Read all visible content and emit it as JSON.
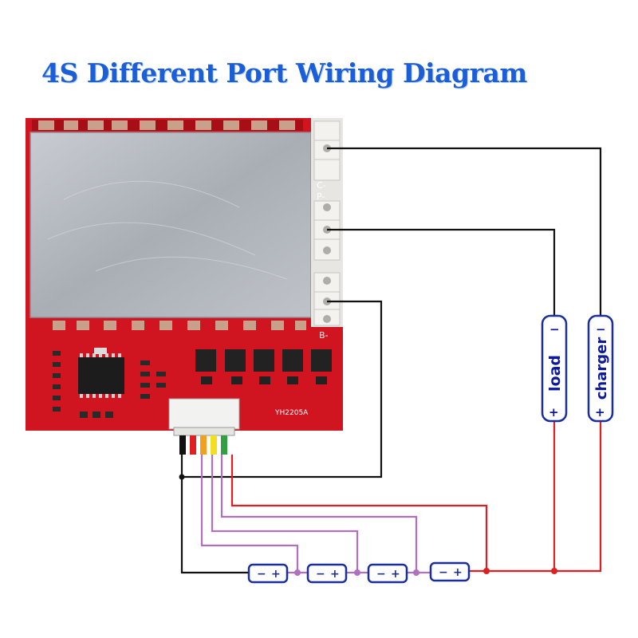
{
  "title": "4S Different Port Wiring Diagram",
  "board": {
    "model": "YH2205A",
    "port_labels": {
      "charge": "C-",
      "load": "P-",
      "battery": "B-"
    }
  },
  "load_device": {
    "label": "load",
    "minus": "−",
    "plus": "+"
  },
  "charger_device": {
    "label": "charger",
    "minus": "−",
    "plus": "+"
  },
  "cells": [
    {
      "minus": "−",
      "plus": "+"
    },
    {
      "minus": "−",
      "plus": "+"
    },
    {
      "minus": "−",
      "plus": "+"
    },
    {
      "minus": "−",
      "plus": "+"
    }
  ],
  "colors": {
    "title": "#1a5fd8",
    "pcb": "#d01420",
    "heatsink": "#b8bcc2",
    "wire_black": "#111111",
    "wire_red": "#e02020",
    "wire_purple": "#b070c0",
    "device_outline": "#1a2ea0"
  }
}
